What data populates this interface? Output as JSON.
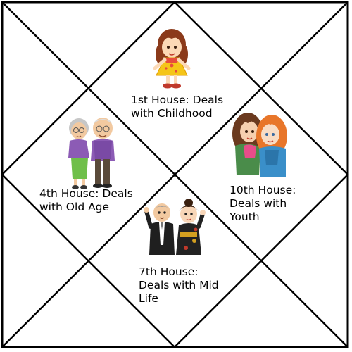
{
  "diagram": {
    "line_color": "#000000",
    "background": "#ffffff",
    "houses": [
      {
        "id": "house-1",
        "label": "1st House: Deals\nwith Childhood",
        "picture": "child-girl-icon"
      },
      {
        "id": "house-4",
        "label": "4th House: Deals\nwith Old Age",
        "picture": "elderly-couple-icon"
      },
      {
        "id": "house-10",
        "label": "10th House:\nDeals with\nYouth",
        "picture": "young-women-icon"
      },
      {
        "id": "house-7",
        "label": "7th House:\nDeals with Mid\nLife",
        "picture": "married-couple-icon"
      }
    ]
  }
}
